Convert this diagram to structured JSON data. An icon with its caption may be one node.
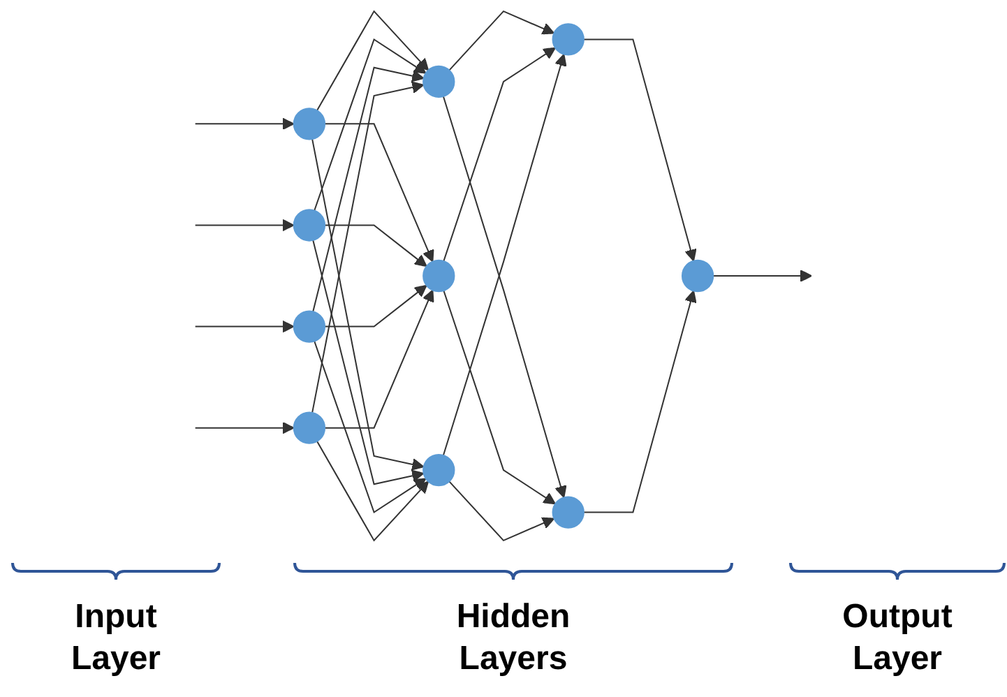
{
  "diagram": {
    "nodes": [
      {
        "text": [],
        "shape": "circle"
      },
      {
        "text": [],
        "shape": "circle"
      },
      {
        "text": [],
        "shape": "circle"
      },
      {
        "text": [],
        "shape": "circle"
      },
      {
        "text": [],
        "shape": "circle"
      },
      {
        "text": [],
        "shape": "circle"
      },
      {
        "text": [],
        "shape": "circle"
      },
      {
        "text": [],
        "shape": "circle"
      },
      {
        "text": [],
        "shape": "circle"
      },
      {
        "text": [],
        "shape": "circle"
      }
    ],
    "edges": [
      {
        "from": null,
        "to": 0,
        "arrow": "to"
      },
      {
        "from": null,
        "to": 1,
        "arrow": "to"
      },
      {
        "from": null,
        "to": 2,
        "arrow": "to"
      },
      {
        "from": null,
        "to": 3,
        "arrow": "to"
      },
      {
        "from": 0,
        "to": 4,
        "arrow": "to"
      },
      {
        "from": 0,
        "to": 5,
        "arrow": "to"
      },
      {
        "from": 0,
        "to": 6,
        "arrow": "to"
      },
      {
        "from": 1,
        "to": 4,
        "arrow": "to"
      },
      {
        "from": 1,
        "to": 5,
        "arrow": "to"
      },
      {
        "from": 1,
        "to": 6,
        "arrow": "to"
      },
      {
        "from": 2,
        "to": 4,
        "arrow": "to"
      },
      {
        "from": 2,
        "to": 5,
        "arrow": "to"
      },
      {
        "from": 2,
        "to": 6,
        "arrow": "to"
      },
      {
        "from": 3,
        "to": 4,
        "arrow": "to"
      },
      {
        "from": 3,
        "to": 5,
        "arrow": "to"
      },
      {
        "from": 3,
        "to": 6,
        "arrow": "to"
      },
      {
        "from": 4,
        "to": 7,
        "arrow": "to"
      },
      {
        "from": 4,
        "to": 8,
        "arrow": "to"
      },
      {
        "from": 5,
        "to": 7,
        "arrow": "to"
      },
      {
        "from": 5,
        "to": 8,
        "arrow": "to"
      },
      {
        "from": 6,
        "to": 7,
        "arrow": "to"
      },
      {
        "from": 6,
        "to": 8,
        "arrow": "to"
      },
      {
        "from": 7,
        "to": 9,
        "arrow": "to"
      },
      {
        "from": 8,
        "to": 9,
        "arrow": "to"
      },
      {
        "from": 9,
        "to": null,
        "arrow": "to"
      }
    ],
    "labels": [
      "Input Layer",
      "Hidden Layers",
      "Output Layer"
    ]
  }
}
